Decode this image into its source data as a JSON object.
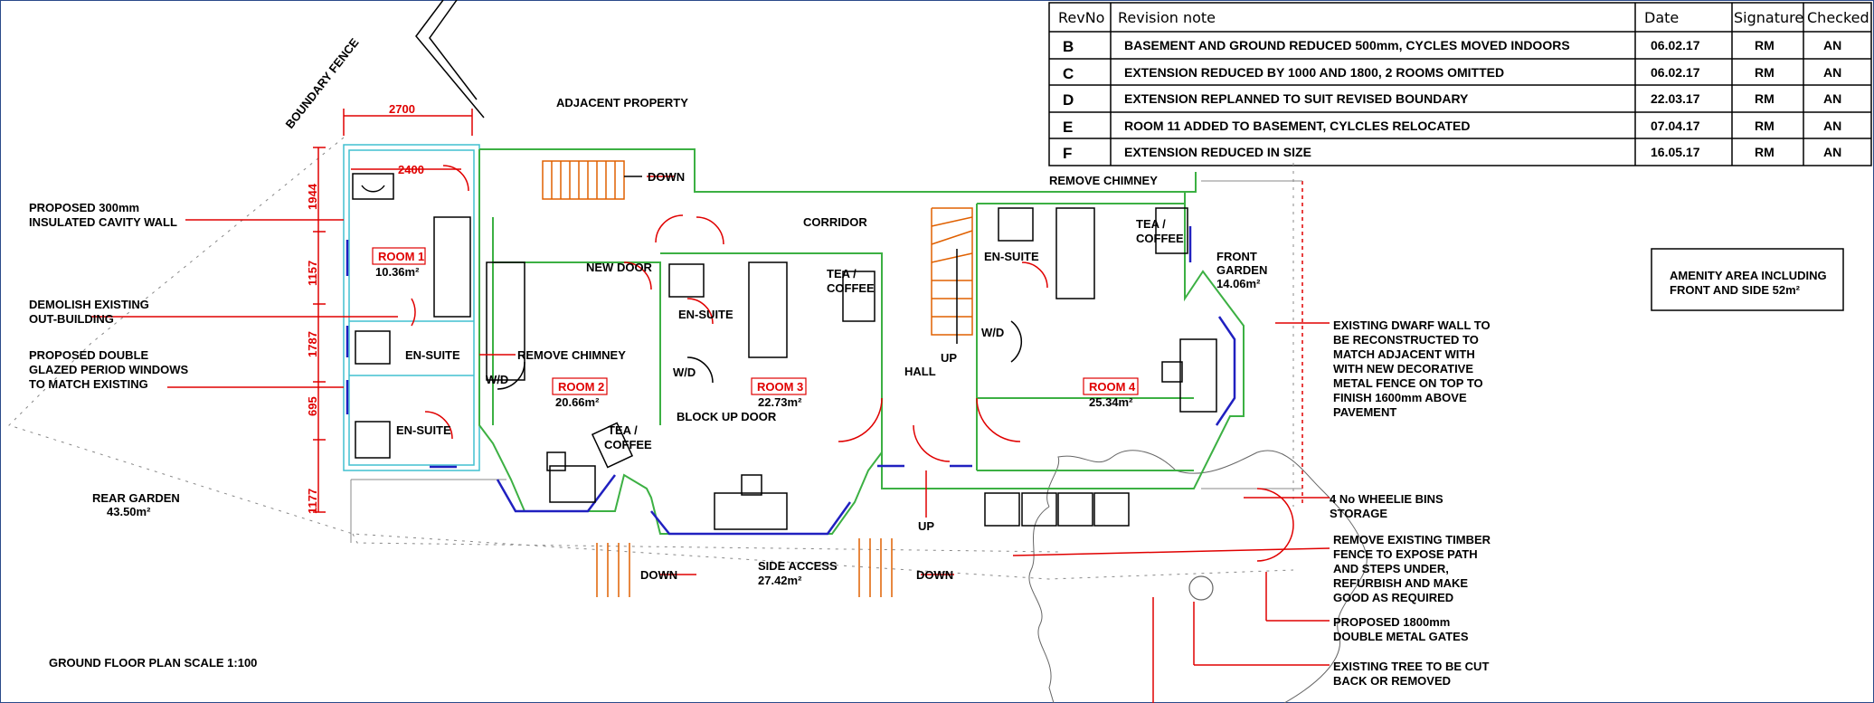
{
  "title": "GROUND FLOOR PLAN SCALE 1:100",
  "revision_table": {
    "headers": {
      "rev": "RevNo",
      "note": "Revision note",
      "date": "Date",
      "sig": "Signature",
      "chk": "Checked"
    },
    "rows": [
      {
        "rev": "B",
        "note": "BASEMENT AND GROUND REDUCED 500mm, CYCLES MOVED INDOORS",
        "date": "06.02.17",
        "sig": "RM",
        "chk": "AN"
      },
      {
        "rev": "C",
        "note": "EXTENSION REDUCED BY 1000 AND 1800, 2 ROOMS OMITTED",
        "date": "06.02.17",
        "sig": "RM",
        "chk": "AN"
      },
      {
        "rev": "D",
        "note": "EXTENSION REPLANNED TO SUIT REVISED BOUNDARY",
        "date": "22.03.17",
        "sig": "RM",
        "chk": "AN"
      },
      {
        "rev": "E",
        "note": "ROOM 11 ADDED TO BASEMENT, CYLCLES RELOCATED",
        "date": "07.04.17",
        "sig": "RM",
        "chk": "AN"
      },
      {
        "rev": "F",
        "note": "EXTENSION REDUCED IN SIZE",
        "date": "16.05.17",
        "sig": "RM",
        "chk": "AN"
      }
    ]
  },
  "amenity": {
    "line1": "AMENITY AREA INCLUDING",
    "line2": "FRONT AND SIDE 52m²"
  },
  "labels": {
    "boundary_fence": "BOUNDARY FENCE",
    "adjacent_property": "ADJACENT PROPERTY",
    "down1": "DOWN",
    "remove_chimney_top": "REMOVE CHIMNEY",
    "corridor": "CORRIDOR",
    "new_door": "NEW DOOR",
    "ensuite_r3": "EN-SUITE",
    "tea_r3": {
      "l1": "TEA /",
      "l2": "COFFEE"
    },
    "ensuite_r4": "EN-SUITE",
    "tea_r4": {
      "l1": "TEA /",
      "l2": "COFFEE"
    },
    "front_garden": {
      "l1": "FRONT",
      "l2": "GARDEN",
      "l3": "14.06m²"
    },
    "wd_r4": "W/D",
    "up_stair": "UP",
    "hall": "HALL",
    "ensuite_r1": "EN-SUITE",
    "remove_chimney_mid": "REMOVE CHIMNEY",
    "wd_r2": "W/D",
    "wd_r3": "W/D",
    "block_up_door": "BLOCK UP DOOR",
    "ensuite_r2": "EN-SUITE",
    "tea_r2": {
      "l1": "TEA /",
      "l2": "COFFEE"
    },
    "rear_garden": {
      "l1": "REAR GARDEN",
      "l2": "43.50m²"
    },
    "down2": "DOWN",
    "side_access": {
      "l1": "SIDE ACCESS",
      "l2": "27.42m²"
    },
    "down3": "DOWN",
    "up_front": "UP"
  },
  "rooms": {
    "room1": {
      "name": "ROOM 1",
      "area": "10.36m²"
    },
    "room2": {
      "name": "ROOM 2",
      "area": "20.66m²"
    },
    "room3": {
      "name": "ROOM 3",
      "area": "22.73m²"
    },
    "room4": {
      "name": "ROOM 4",
      "area": "25.34m²"
    }
  },
  "dimensions": {
    "width_outer": "2700",
    "width_inner": "2400",
    "v1": "1944",
    "v2": "1157",
    "v3": "1787",
    "v4": "695",
    "v5": "1177"
  },
  "notes_left": {
    "wall": {
      "l1": "PROPOSED 300mm",
      "l2": "INSULATED CAVITY WALL"
    },
    "demolish": {
      "l1": "DEMOLISH EXISTING",
      "l2": "OUT-BUILDING"
    },
    "windows": {
      "l1": "PROPOSED DOUBLE",
      "l2": "GLAZED PERIOD WINDOWS",
      "l3": "TO MATCH EXISTING"
    }
  },
  "notes_right": {
    "dwarf_wall": {
      "l1": "EXISTING DWARF WALL TO",
      "l2": "BE RECONSTRUCTED TO",
      "l3": "MATCH ADJACENT WITH",
      "l4": "WITH NEW DECORATIVE",
      "l5": "METAL FENCE ON TOP TO",
      "l6": "FINISH 1600mm ABOVE",
      "l7": "PAVEMENT"
    },
    "bins": {
      "l1": "4 No WHEELIE BINS",
      "l2": "STORAGE"
    },
    "fence": {
      "l1": "REMOVE EXISTING TIMBER",
      "l2": "FENCE TO EXPOSE PATH",
      "l3": "AND STEPS UNDER,",
      "l4": "REFURBISH AND MAKE",
      "l5": "GOOD AS REQUIRED"
    },
    "gates": {
      "l1": "PROPOSED 1800mm",
      "l2": "DOUBLE METAL GATES"
    },
    "tree": {
      "l1": "EXISTING TREE TO BE CUT",
      "l2": "BACK OR REMOVED"
    }
  },
  "colors": {
    "wall_new": "#3cb043",
    "insulation": "#40c0d0",
    "window": "#2020c0",
    "annotation": "#e00000",
    "stair": "#e06000"
  }
}
